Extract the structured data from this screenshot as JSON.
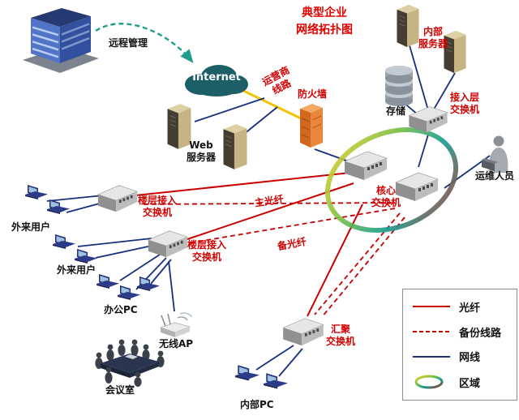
{
  "title": "典型企业\n网络拓扑图",
  "nodes": {
    "remote_mgmt": {
      "label": "远程管理"
    },
    "internet": {
      "label": "Internet"
    },
    "carrier_line": {
      "label": "运营商\n线路"
    },
    "firewall": {
      "label": "防火墙"
    },
    "web_server": {
      "label": "Web\n服务器"
    },
    "internal_server": {
      "label": "内部\n服务器"
    },
    "storage": {
      "label": "存储"
    },
    "access_switch": {
      "label": "接入层\n交换机"
    },
    "ops_staff": {
      "label": "运维人员"
    },
    "core_switch": {
      "label": "核心\n交换机"
    },
    "floor_switch_1": {
      "label": "楼层接入\n交换机"
    },
    "floor_switch_2": {
      "label": "楼层接入\n交换机"
    },
    "external_user_1": {
      "label": "外来用户"
    },
    "external_user_2": {
      "label": "外来用户"
    },
    "office_pc": {
      "label": "办公PC"
    },
    "wireless_ap": {
      "label": "无线AP"
    },
    "meeting_room": {
      "label": "会议室"
    },
    "agg_switch": {
      "label": "汇聚\n交换机"
    },
    "internal_pc": {
      "label": "内部PC"
    }
  },
  "line_labels": {
    "main_fiber": "主光纤",
    "backup_fiber": "备光纤"
  },
  "legend": {
    "items": [
      {
        "label": "光纤",
        "type": "red-solid-line"
      },
      {
        "label": "备份线路",
        "type": "red-dashed-line"
      },
      {
        "label": "网线",
        "type": "blue-solid-line"
      },
      {
        "label": "区域",
        "type": "gradient-ring"
      }
    ]
  },
  "colors": {
    "fiber": "#c80000",
    "backup_line": "#c80000",
    "network_cable": "#17307b",
    "carrier_line": "#f3c200",
    "remote_link": "#1f9e8e",
    "title_red": "#e00000"
  }
}
